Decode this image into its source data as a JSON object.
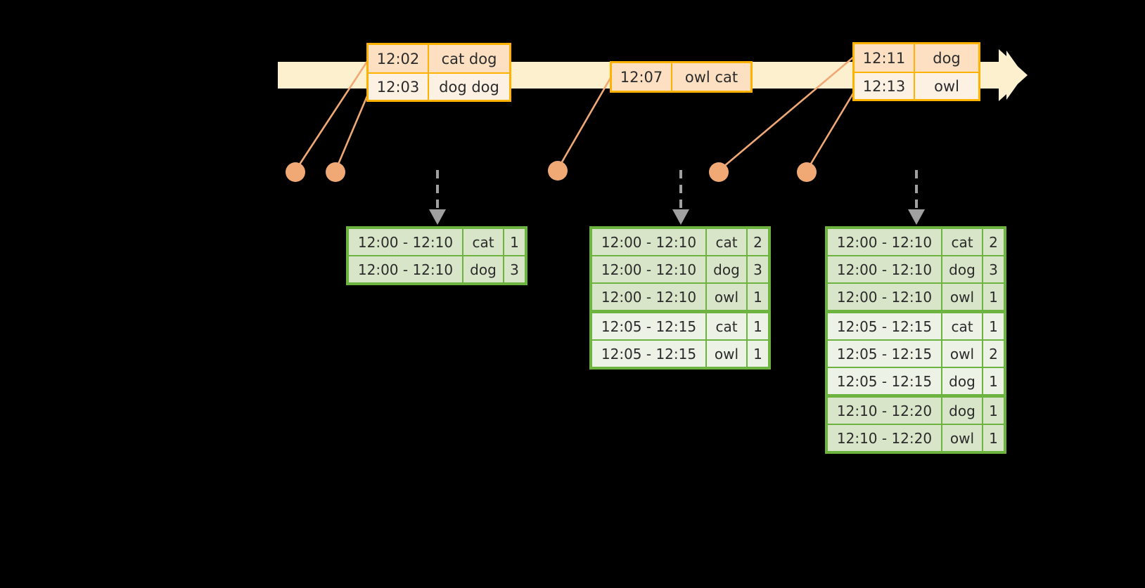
{
  "diagram": {
    "title": "session-windowing-timeline",
    "colors": {
      "timeline_band": "#FDF0CE",
      "event_border": "#FFB300",
      "event_shade": "#FCE0C1",
      "event_plain": "#FDF1E4",
      "marker_dot": "#F0A875",
      "connector_line": "#F0A875",
      "table_border": "#6DB33F",
      "table_row_a": "#D8E5C8",
      "table_row_b": "#EDF2E7",
      "arrow_gray": "#A0A0A0",
      "background": "#000000"
    }
  },
  "timeline": {
    "name": "event-stream-timeline",
    "arrow_head": "right-arrow",
    "event_groups": [
      {
        "name": "event-group-1",
        "rows": [
          {
            "time": "12:02",
            "value": "cat dog",
            "shade": true
          },
          {
            "time": "12:03",
            "value": "dog dog",
            "shade": false
          }
        ]
      },
      {
        "name": "event-group-2",
        "rows": [
          {
            "time": "12:07",
            "value": "owl cat",
            "shade": true
          }
        ]
      },
      {
        "name": "event-group-3",
        "rows": [
          {
            "time": "12:11",
            "value": "dog",
            "shade": true
          },
          {
            "time": "12:13",
            "value": "owl",
            "shade": false
          }
        ]
      }
    ]
  },
  "markers": [
    {
      "name": "marker-dot-1"
    },
    {
      "name": "marker-dot-2"
    },
    {
      "name": "marker-dot-3"
    },
    {
      "name": "marker-dot-4"
    },
    {
      "name": "marker-dot-5"
    }
  ],
  "results": [
    {
      "name": "result-table-1",
      "rows": [
        {
          "window": "12:00 - 12:10",
          "key": "cat",
          "count": "1",
          "band": 0
        },
        {
          "window": "12:00 - 12:10",
          "key": "dog",
          "count": "3",
          "band": 0
        }
      ]
    },
    {
      "name": "result-table-2",
      "rows": [
        {
          "window": "12:00 - 12:10",
          "key": "cat",
          "count": "2",
          "band": 0
        },
        {
          "window": "12:00 - 12:10",
          "key": "dog",
          "count": "3",
          "band": 0
        },
        {
          "window": "12:00 - 12:10",
          "key": "owl",
          "count": "1",
          "band": 0
        },
        {
          "window": "12:05 - 12:15",
          "key": "cat",
          "count": "1",
          "band": 1
        },
        {
          "window": "12:05 - 12:15",
          "key": "owl",
          "count": "1",
          "band": 1
        }
      ]
    },
    {
      "name": "result-table-3",
      "rows": [
        {
          "window": "12:00 - 12:10",
          "key": "cat",
          "count": "2",
          "band": 0
        },
        {
          "window": "12:00 - 12:10",
          "key": "dog",
          "count": "3",
          "band": 0
        },
        {
          "window": "12:00 - 12:10",
          "key": "owl",
          "count": "1",
          "band": 0
        },
        {
          "window": "12:05 - 12:15",
          "key": "cat",
          "count": "1",
          "band": 1
        },
        {
          "window": "12:05 - 12:15",
          "key": "owl",
          "count": "2",
          "band": 1
        },
        {
          "window": "12:05 - 12:15",
          "key": "dog",
          "count": "1",
          "band": 1
        },
        {
          "window": "12:10 - 12:20",
          "key": "dog",
          "count": "1",
          "band": 2
        },
        {
          "window": "12:10 - 12:20",
          "key": "owl",
          "count": "1",
          "band": 2
        }
      ]
    }
  ]
}
